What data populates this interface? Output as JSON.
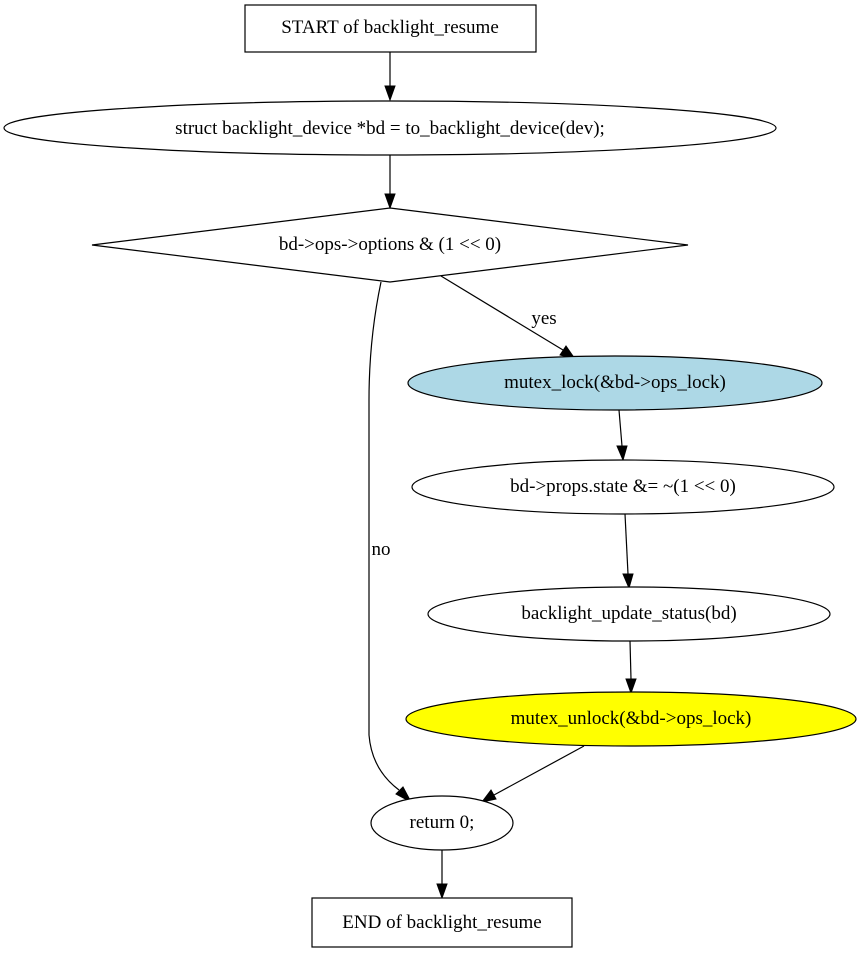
{
  "diagram": {
    "nodes": {
      "start": {
        "label": "START of backlight_resume"
      },
      "decl": {
        "label": "struct backlight_device *bd = to_backlight_device(dev);"
      },
      "cond": {
        "label": "bd->ops->options & (1 << 0)"
      },
      "lock": {
        "label": "mutex_lock(&bd->ops_lock)",
        "fill": "#add8e6"
      },
      "state": {
        "label": "bd->props.state &= ~(1 << 0)"
      },
      "update": {
        "label": "backlight_update_status(bd)"
      },
      "unlock": {
        "label": "mutex_unlock(&bd->ops_lock)",
        "fill": "#ffff00"
      },
      "ret": {
        "label": "return 0;"
      },
      "end": {
        "label": "END of backlight_resume"
      }
    },
    "edges": {
      "yes_label": "yes",
      "no_label": "no"
    }
  }
}
